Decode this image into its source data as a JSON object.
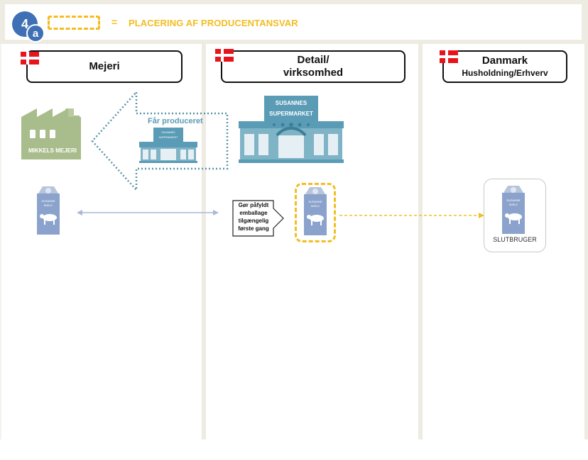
{
  "legend": {
    "badge_number": "4",
    "badge_letter": "a",
    "equals": "=",
    "text": "PLACERING AF PRODUCENTANSVAR",
    "accent_color": "#f3bd22"
  },
  "columns": [
    {
      "title": "Mejeri",
      "subtitle": "",
      "flag": "denmark-flag"
    },
    {
      "title": "Detail/",
      "subtitle": "virksomhed",
      "flag": "denmark-flag"
    },
    {
      "title": "Danmark",
      "subtitle": "Husholdning/Erhverv",
      "flag": "denmark-flag"
    }
  ],
  "mejeri": {
    "factory_label": "MIKKELS MEJERI",
    "arrow_label": "Får produceret",
    "small_store_line1": "SUSANNES",
    "small_store_line2": "SUPERMARKET",
    "carton_line1": "SUSANNE",
    "carton_line2": "MÆLK"
  },
  "detail": {
    "store_line1": "SUSANNES",
    "store_line2": "SUPERMARKET",
    "callout_lines": [
      "Gør påfyldt",
      "emballage",
      "tilgængelig",
      "første gang"
    ],
    "carton_line1": "SUSANNE",
    "carton_line2": "MÆLK"
  },
  "danmark": {
    "end_label": "SLUTBRUGER",
    "carton_line1": "SUSANNE",
    "carton_line2": "MÆLK"
  }
}
